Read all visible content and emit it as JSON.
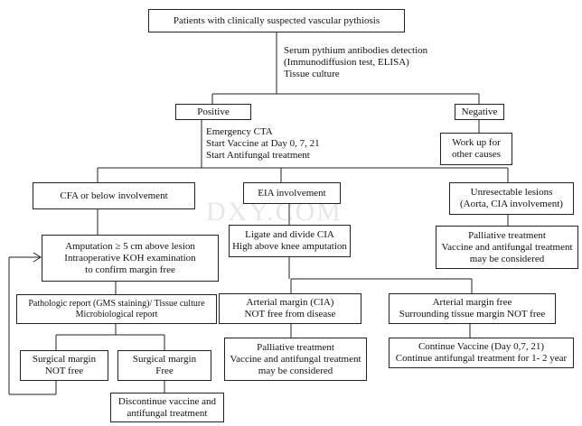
{
  "root": {
    "text": "Patients with clinically suspected vascular pythiosis"
  },
  "tests": {
    "lines": [
      "Serum pythium antibodies detection",
      "(Immunodiffusion test, ELISA)",
      "Tissue culture"
    ]
  },
  "positive": {
    "text": "Positive"
  },
  "negative": {
    "text": "Negative"
  },
  "positive_actions": {
    "lines": [
      "Emergency CTA",
      "Start Vaccine at Day 0, 7, 21",
      "Start Antifungal treatment"
    ]
  },
  "workup": {
    "lines": [
      "Work up for",
      "other causes"
    ]
  },
  "cfa": {
    "text": "CFA or below involvement"
  },
  "eia": {
    "text": "EIA involvement"
  },
  "unresectable": {
    "lines": [
      "Unresectable lesions",
      "(Aorta, CIA involvement)"
    ]
  },
  "amputation": {
    "lines": [
      "Amputation ≥ 5 cm above lesion",
      "Intraoperative KOH examination",
      "to confirm margin free"
    ]
  },
  "ligate": {
    "lines": [
      "Ligate and divide CIA",
      "High above knee amputation"
    ]
  },
  "palliative_top": {
    "lines": [
      "Palliative treatment",
      "Vaccine and antifungal treatment",
      "may be considered"
    ]
  },
  "pathologic": {
    "lines": [
      "Pathologic report (GMS staining)/ Tissue culture",
      "Microbiological report"
    ]
  },
  "arterial_cia": {
    "lines": [
      "Arterial margin (CIA)",
      "NOT free from disease"
    ]
  },
  "arterial_free": {
    "lines": [
      "Arterial margin free",
      "Surrounding tissue margin NOT free"
    ]
  },
  "surg_not_free": {
    "lines": [
      "Surgical margin",
      "NOT free"
    ]
  },
  "surg_free": {
    "lines": [
      "Surgical margin",
      "Free"
    ]
  },
  "palliative_mid": {
    "lines": [
      "Palliative treatment",
      "Vaccine and antifungal treatment",
      "may be considered"
    ]
  },
  "continue": {
    "lines": [
      "Continue Vaccine (Day 0,7, 21)",
      "Continue antifungal treatment for 1- 2 year"
    ]
  },
  "discontinue": {
    "lines": [
      "Discontinue vaccine and",
      "antifungal treatment"
    ]
  },
  "watermark": "DXY.COM",
  "colors": {
    "line": "#222222",
    "text": "#111111",
    "watermark": "#8a8a8a"
  }
}
